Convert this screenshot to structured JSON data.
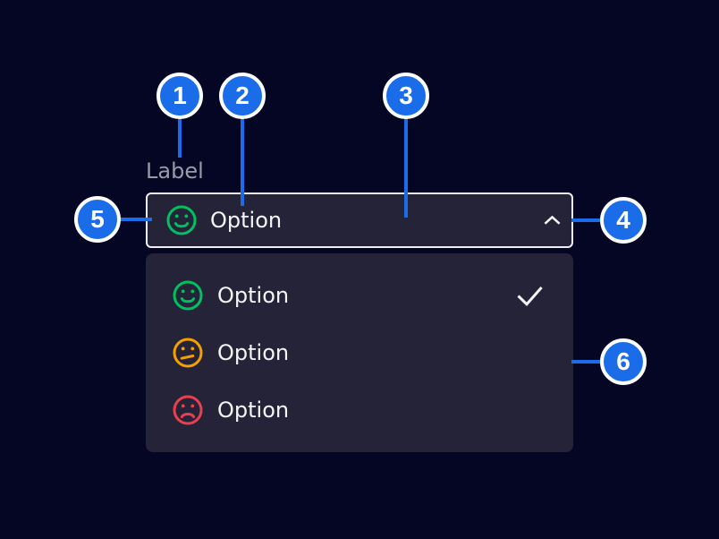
{
  "colors": {
    "page-bg": "#050524",
    "panel": "#242337",
    "accent": "#1b6ce9",
    "text": "#f4f4f6",
    "label": "#9b9aa8",
    "border": "#f0f0f4",
    "success": "#00c060",
    "warning": "#f5a000",
    "alarm": "#e9404f"
  },
  "field": {
    "label": "Label"
  },
  "select": {
    "value": "Option"
  },
  "dropdown": {
    "items": [
      {
        "label": "Option",
        "mood": "happy",
        "selected": true
      },
      {
        "label": "Option",
        "mood": "neutral",
        "selected": false
      },
      {
        "label": "Option",
        "mood": "sad",
        "selected": false
      }
    ]
  },
  "annotations": {
    "badges": [
      "1",
      "2",
      "3",
      "4",
      "5",
      "6"
    ]
  }
}
